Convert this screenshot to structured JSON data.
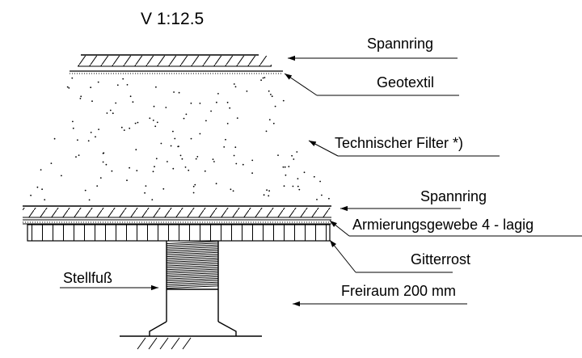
{
  "scale": "V 1:12.5",
  "labels": {
    "top_ring": "Spannring",
    "geotextile": "Geotextil",
    "filter": "Technischer Filter *)",
    "bottom_ring": "Spannring",
    "mesh": "Armierungsgewebe 4 - lagig",
    "grating": "Gitterrost",
    "foot": "Stellfuß",
    "clearance": "Freiraum 200 mm"
  }
}
